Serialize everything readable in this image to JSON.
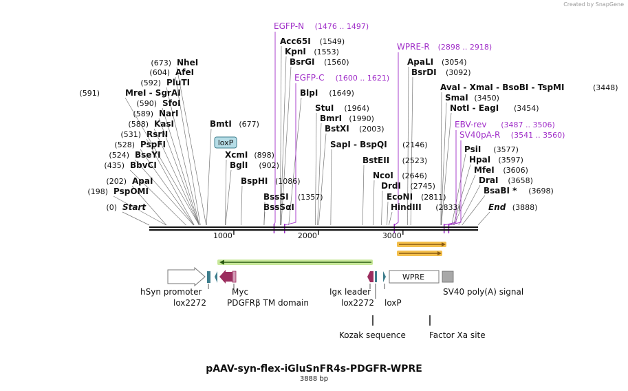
{
  "credit": "Created by SnapGene",
  "title": "pAAV-syn-flex-iGluSnFR4s-PDGFR-WPRE",
  "subtitle": "3888 bp",
  "colors": {
    "enzyme": "#111111",
    "primer": "#a02ec8",
    "orf": "#9b2d5e",
    "site": "#3d7d8c",
    "feature_highlight": "#f3bf4c",
    "orf_arrow": "#9ad047"
  },
  "axis": {
    "length": 3888,
    "ticks": [
      {
        "pos": 1000,
        "label": "1000"
      },
      {
        "pos": 2000,
        "label": "2000"
      },
      {
        "pos": 3000,
        "label": "3000"
      }
    ]
  },
  "sites": [
    {
      "name": "Start",
      "num": "(0)",
      "pos": 0,
      "italic": true
    },
    {
      "name": "PspOMI",
      "num": "(198)",
      "pos": 198
    },
    {
      "name": "ApaI",
      "num": "(202)",
      "pos": 202
    },
    {
      "name": "BbvCI",
      "num": "(435)",
      "pos": 435
    },
    {
      "name": "BseYI",
      "num": "(524)",
      "pos": 524
    },
    {
      "name": "PspFI",
      "num": "(528)",
      "pos": 528
    },
    {
      "name": "RsrII",
      "num": "(531)",
      "pos": 531
    },
    {
      "name": "KasI",
      "num": "(588)",
      "pos": 588
    },
    {
      "name": "NarI",
      "num": "(589)",
      "pos": 589
    },
    {
      "name": "SfoI",
      "num": "(590)",
      "pos": 590
    },
    {
      "name": "MreI - SgrAI",
      "num": "(591)",
      "pos": 591
    },
    {
      "name": "PluTI",
      "num": "(592)",
      "pos": 592
    },
    {
      "name": "AfeI",
      "num": "(604)",
      "pos": 604
    },
    {
      "name": "NheI",
      "num": "(673)",
      "pos": 673
    },
    {
      "name": "BmtI",
      "num": "(677)",
      "pos": 677
    },
    {
      "name": "XcmI",
      "num": "(898)",
      "pos": 898
    },
    {
      "name": "BglI",
      "num": "(902)",
      "pos": 902
    },
    {
      "name": "BspHI",
      "num": "(1086)",
      "pos": 1086
    },
    {
      "name": "BssSI",
      "num": "(1357)",
      "pos": 1357
    },
    {
      "name": "BssSαI",
      "num": "",
      "pos": 1357
    },
    {
      "name": "Acc65I",
      "num": "(1549)",
      "pos": 1549
    },
    {
      "name": "KpnI",
      "num": "(1553)",
      "pos": 1553
    },
    {
      "name": "BsrGI",
      "num": "(1560)",
      "pos": 1560
    },
    {
      "name": "BlpI",
      "num": "(1649)",
      "pos": 1649
    },
    {
      "name": "StuI",
      "num": "(1964)",
      "pos": 1964
    },
    {
      "name": "BmrI",
      "num": "(1990)",
      "pos": 1990
    },
    {
      "name": "BstXI",
      "num": "(2003)",
      "pos": 2003
    },
    {
      "name": "SapI - BspQI",
      "num": "(2146)",
      "pos": 2146
    },
    {
      "name": "BstEII",
      "num": "(2523)",
      "pos": 2523
    },
    {
      "name": "NcoI",
      "num": "(2646)",
      "pos": 2646
    },
    {
      "name": "DrdI",
      "num": "(2745)",
      "pos": 2745
    },
    {
      "name": "EcoNI",
      "num": "(2811)",
      "pos": 2811
    },
    {
      "name": "HindIII",
      "num": "(2833)",
      "pos": 2833
    },
    {
      "name": "ApaLI",
      "num": "(3054)",
      "pos": 3054
    },
    {
      "name": "BsrDI",
      "num": "(3092)",
      "pos": 3092
    },
    {
      "name": "AvaI - XmaI - BsoBI - TspMI",
      "num": "(3448)",
      "pos": 3448
    },
    {
      "name": "SmaI",
      "num": "(3450)",
      "pos": 3450
    },
    {
      "name": "NotI - EagI",
      "num": "(3454)",
      "pos": 3454
    },
    {
      "name": "PsiI",
      "num": "(3577)",
      "pos": 3577
    },
    {
      "name": "HpaI",
      "num": "(3597)",
      "pos": 3597
    },
    {
      "name": "MfeI",
      "num": "(3606)",
      "pos": 3606
    },
    {
      "name": "DraI",
      "num": "(3658)",
      "pos": 3658
    },
    {
      "name": "BsaBI *",
      "num": "(3698)",
      "pos": 3698
    },
    {
      "name": "End",
      "num": "(3888)",
      "pos": 3888,
      "italic": true
    }
  ],
  "primers": [
    {
      "name": "EGFP-N",
      "range": "(1476 .. 1497)",
      "pos": 1476
    },
    {
      "name": "EGFP-C",
      "range": "(1600 .. 1621)",
      "pos": 1600
    },
    {
      "name": "WPRE-R",
      "range": "(2898 .. 2918)",
      "pos": 2898
    },
    {
      "name": "EBV-rev",
      "range": "(3487 .. 3506)",
      "pos": 3487
    },
    {
      "name": "SV40pA-R",
      "range": "(3541 .. 3560)",
      "pos": 3541
    }
  ],
  "features": {
    "loxP_label": "loxP",
    "wpre_label": "WPRE",
    "labels": [
      "hSyn promoter",
      "lox2272",
      "Myc",
      "PDGFRβ TM domain",
      "Igκ leader",
      "lox2272",
      "loxP",
      "SV40 poly(A) signal",
      "Kozak sequence",
      "Factor Xa site"
    ]
  }
}
